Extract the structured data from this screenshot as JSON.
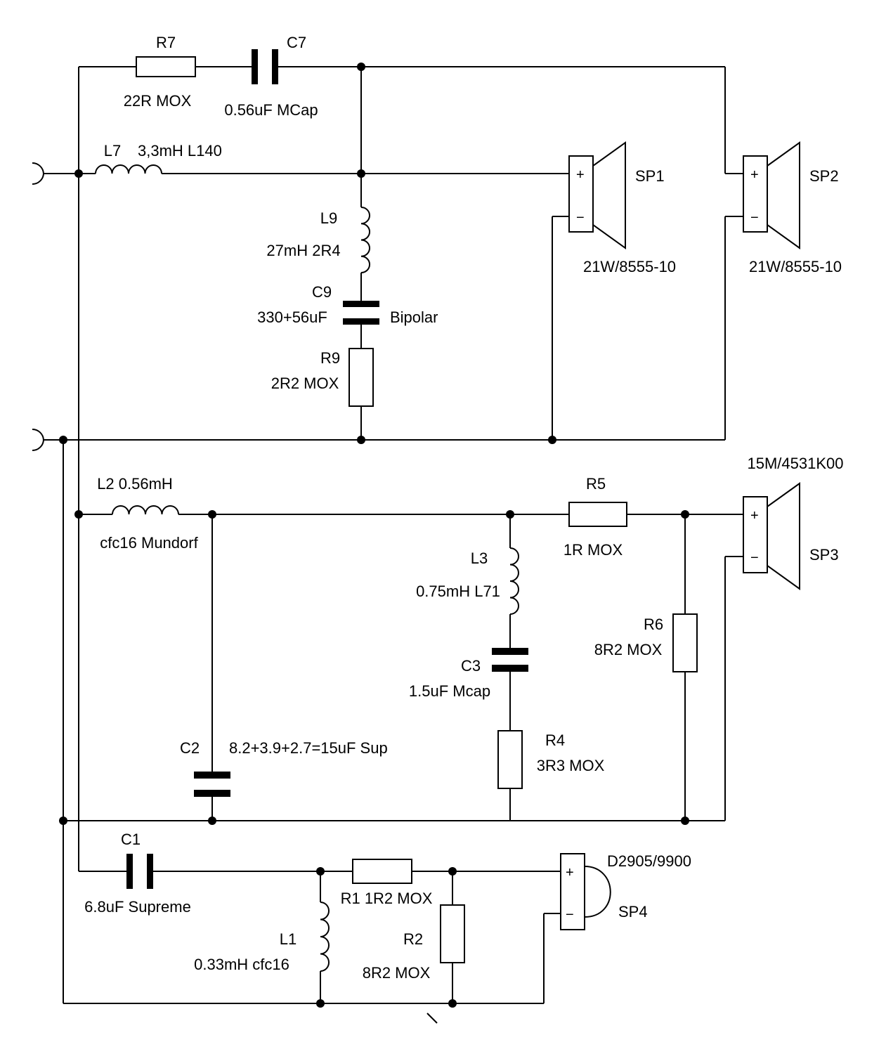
{
  "components": {
    "R7": {
      "ref": "R7",
      "value": "22R MOX"
    },
    "C7": {
      "ref": "C7",
      "value": "0.56uF MCap"
    },
    "L7": {
      "ref": "L7",
      "value": "3,3mH L140"
    },
    "L9": {
      "ref": "L9",
      "value": "27mH 2R4"
    },
    "C9": {
      "ref": "C9",
      "value": "330+56uF",
      "note": "Bipolar"
    },
    "R9": {
      "ref": "R9",
      "value": "2R2 MOX"
    },
    "SP1": {
      "ref": "SP1",
      "value": "21W/8555-10"
    },
    "SP2": {
      "ref": "SP2",
      "value": "21W/8555-10"
    },
    "L2": {
      "ref": "L2 0.56mH",
      "value": "cfc16 Mundorf"
    },
    "C2": {
      "ref": "C2",
      "value": "8.2+3.9+2.7=15uF Sup"
    },
    "L3": {
      "ref": "L3",
      "value": "0.75mH L71"
    },
    "C3": {
      "ref": "C3",
      "value": "1.5uF Mcap"
    },
    "R4": {
      "ref": "R4",
      "value": "3R3 MOX"
    },
    "R5": {
      "ref": "R5",
      "value": "1R MOX"
    },
    "R6": {
      "ref": "R6",
      "value": "8R2 MOX"
    },
    "SP3": {
      "ref": "SP3",
      "value": "15M/4531K00"
    },
    "C1": {
      "ref": "C1",
      "value": "6.8uF Supreme"
    },
    "R1": {
      "ref": "R1 1R2 MOX"
    },
    "L1": {
      "ref": "L1",
      "value": "0.33mH cfc16"
    },
    "R2": {
      "ref": "R2",
      "value": "8R2 MOX"
    },
    "SP4": {
      "ref": "SP4",
      "value": "D2905/9900"
    }
  },
  "symbols": {
    "plus": "+",
    "minus": "−"
  }
}
